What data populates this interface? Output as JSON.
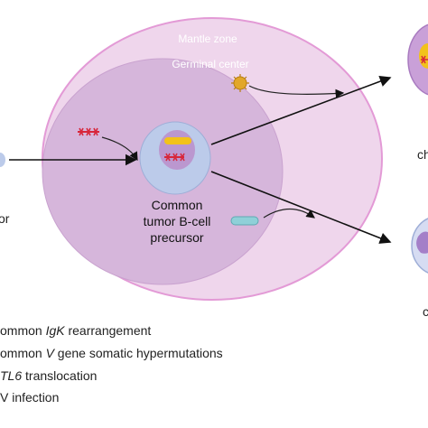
{
  "diagram": {
    "mantle_zone_label": "Mantle zone",
    "germinal_center_label": "Germinal center",
    "precursor_label": [
      "Common",
      "tumor B-cell",
      "precursor"
    ],
    "left_fragment_label": "or",
    "right_top_fragment_label": "ch",
    "right_bottom_fragment_label": "c"
  },
  "legend": [
    {
      "prefix": "ommon ",
      "italic": "IgK",
      "suffix": " rearrangement"
    },
    {
      "prefix": "ommon ",
      "italic": "V",
      "suffix": " gene somatic hypermutations"
    },
    {
      "prefix": "",
      "italic": "TL6",
      "suffix": " translocation"
    },
    {
      "prefix": "V infection",
      "italic": "",
      "suffix": ""
    }
  ],
  "colors": {
    "mantle_zone": "#efd6ec",
    "germinal_center": "#d6b6db",
    "cell_outer": "#bccbea",
    "cell_nucleus": "#bb97cf",
    "gene_bar": "#f2c21a",
    "translocation": "#d8263a",
    "virus": "#e2a72a",
    "mutation_capsule": "#8fd0d8"
  }
}
